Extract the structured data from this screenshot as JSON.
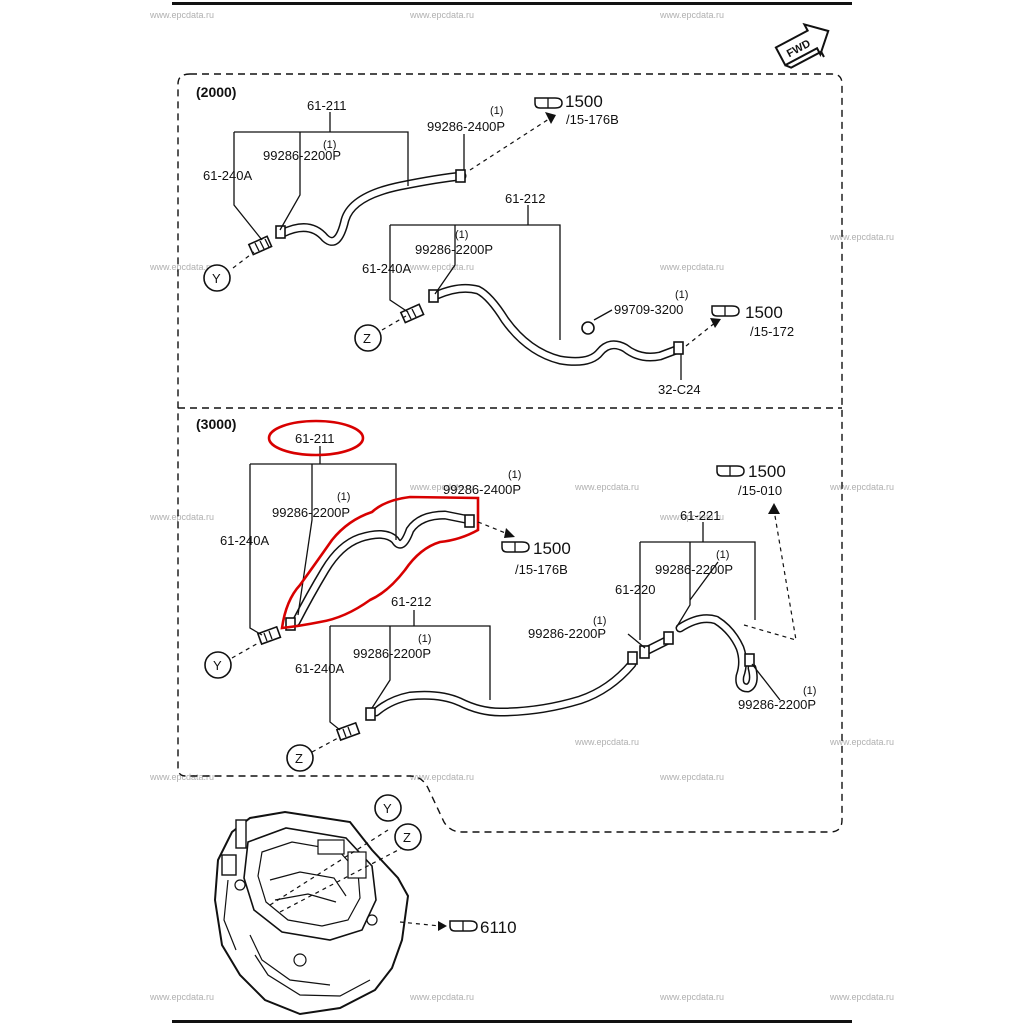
{
  "colors": {
    "line": "#111111",
    "highlight": "#d80000",
    "watermark": "#b0b0b0",
    "background": "#ffffff"
  },
  "watermark": "www.epcdata.ru",
  "fwd_label": "FWD",
  "sections": {
    "s2000": {
      "title": "(2000)",
      "labels": {
        "hose_upper": "61-211",
        "clamp_upper": "99286-2200P",
        "clamp_upper_qty": "(1)",
        "joint_upper": "61-240A",
        "clamp_end": "99286-2400P",
        "clamp_end_qty": "(1)",
        "ref_upper_num": "1500",
        "ref_upper_page": "/15-176B",
        "hose_lower": "61-212",
        "clamp_lower": "99286-2200P",
        "clamp_lower_qty": "(1)",
        "joint_lower": "61-240A",
        "clip": "99709-3200",
        "clip_qty": "(1)",
        "ref_lower_num": "1500",
        "ref_lower_page": "/15-172",
        "pipe": "32-C24",
        "y": "Y",
        "z": "Z"
      }
    },
    "s3000": {
      "title": "(3000)",
      "labels": {
        "hose_upper": "61-211",
        "clamp_upper": "99286-2200P",
        "clamp_upper_qty": "(1)",
        "joint_upper": "61-240A",
        "clamp_end": "99286-2400P",
        "clamp_end_qty": "(1)",
        "ref_upper_num": "1500",
        "ref_upper_page": "/15-176B",
        "hose_lower": "61-212",
        "clamp_lower": "99286-2200P",
        "clamp_lower_qty": "(1)",
        "joint_lower": "61-240A",
        "hose_221": "61-221",
        "clamp_221": "99286-2200P",
        "clamp_221_qty": "(1)",
        "hose_220": "61-220",
        "clamp_mid": "99286-2200P",
        "clamp_mid_qty": "(1)",
        "clamp_right": "99286-2200P",
        "clamp_right_qty": "(1)",
        "ref_right_num": "1500",
        "ref_right_page": "/15-010",
        "y": "Y",
        "z": "Z"
      }
    }
  },
  "heater": {
    "ref_num": "6110",
    "y": "Y",
    "z": "Z"
  }
}
